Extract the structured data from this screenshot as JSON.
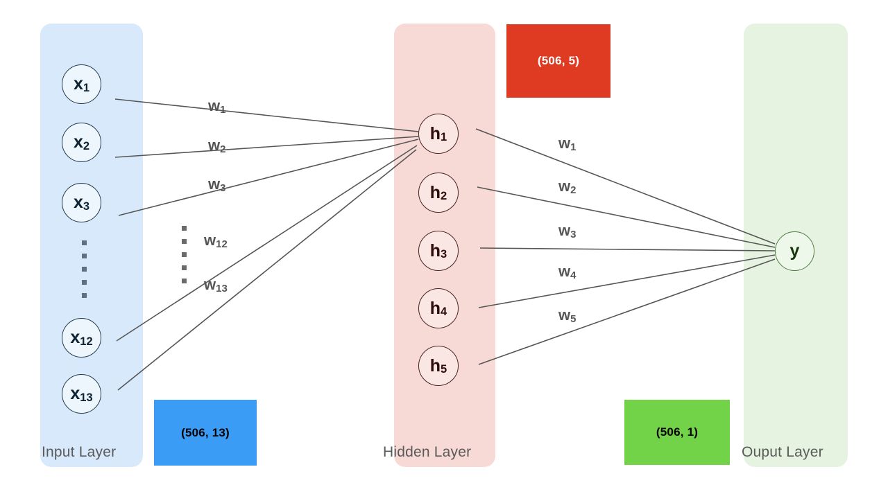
{
  "diagram": {
    "title": "Neural network architecture diagram",
    "type": "feedforward-neural-network"
  },
  "layers": {
    "input": {
      "caption": "Input Layer",
      "panel_color": "#d7e9fb",
      "nodes": [
        {
          "id": "x1",
          "base": "x",
          "sub": "1"
        },
        {
          "id": "x2",
          "base": "x",
          "sub": "2"
        },
        {
          "id": "x3",
          "base": "x",
          "sub": "3"
        },
        {
          "id": "x12",
          "base": "x",
          "sub": "12"
        },
        {
          "id": "x13",
          "base": "x",
          "sub": "13"
        }
      ],
      "ellipsis": true,
      "shape_label": "(506, 13)",
      "shape_color": "#3b9cf5"
    },
    "hidden": {
      "caption": "Hidden Layer",
      "panel_color": "#f7d9d5",
      "nodes": [
        {
          "id": "h1",
          "base": "h",
          "sub": "1"
        },
        {
          "id": "h2",
          "base": "h",
          "sub": "2"
        },
        {
          "id": "h3",
          "base": "h",
          "sub": "3"
        },
        {
          "id": "h4",
          "base": "h",
          "sub": "4"
        },
        {
          "id": "h5",
          "base": "h",
          "sub": "5"
        }
      ],
      "shape_label": "(506, 5)",
      "shape_color": "#df3a22"
    },
    "output": {
      "caption": "Ouput Layer",
      "panel_color": "#e5f3e0",
      "nodes": [
        {
          "id": "y",
          "base": "y",
          "sub": ""
        }
      ],
      "shape_label": "(506, 1)",
      "shape_color": "#72d248"
    }
  },
  "weights": {
    "input_to_hidden": [
      {
        "base": "w",
        "sub": "1"
      },
      {
        "base": "w",
        "sub": "2"
      },
      {
        "base": "w",
        "sub": "3"
      },
      {
        "base": "w",
        "sub": "12"
      },
      {
        "base": "w",
        "sub": "13"
      }
    ],
    "input_to_hidden_ellipsis": true,
    "hidden_to_output": [
      {
        "base": "w",
        "sub": "1"
      },
      {
        "base": "w",
        "sub": "2"
      },
      {
        "base": "w",
        "sub": "3"
      },
      {
        "base": "w",
        "sub": "4"
      },
      {
        "base": "w",
        "sub": "5"
      }
    ]
  },
  "edge_color": "#565656"
}
